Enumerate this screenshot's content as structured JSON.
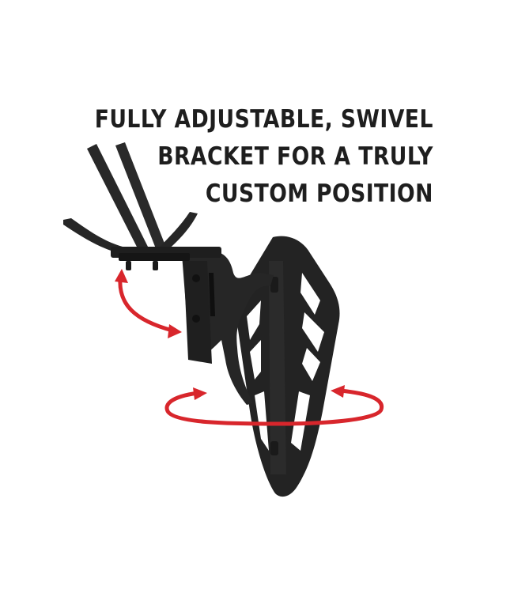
{
  "headline": {
    "lines": [
      "FULLY ADJUSTABLE, SWIVEL",
      "BRACKET FOR A TRULY",
      "CUSTOM POSITION"
    ]
  },
  "product": {
    "name": "swivel-mount-bracket",
    "body_color": "#222222",
    "arrow_color": "#d8262c"
  },
  "colors": {
    "background": "#ffffff",
    "text": "#1e1e1e",
    "accent_red": "#d8262c",
    "metal_black": "#222222"
  }
}
